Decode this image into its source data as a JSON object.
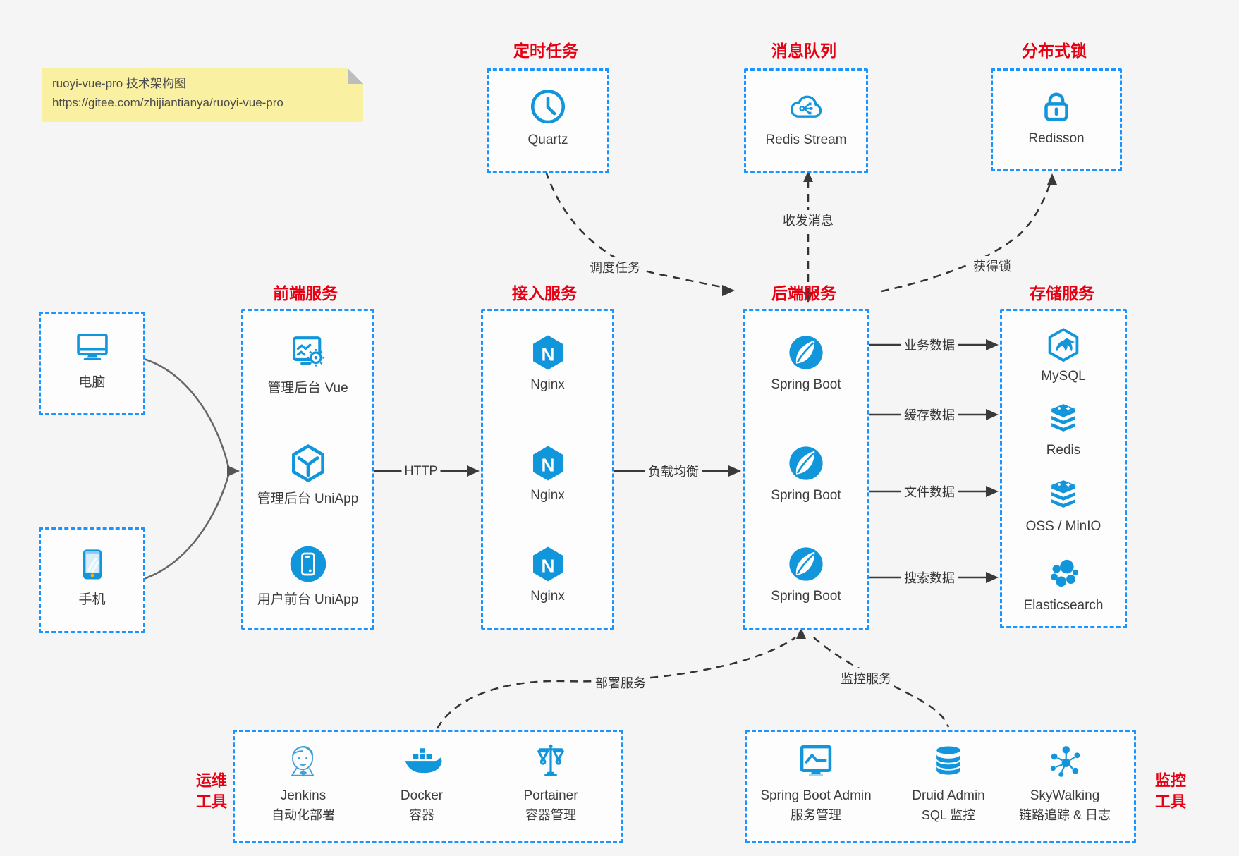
{
  "note": {
    "line1": "ruoyi-vue-pro 技术架构图",
    "line2": "https://gitee.com/zhijiantianya/ruoyi-vue-pro"
  },
  "colors": {
    "accent_blue": "#1296db",
    "border_blue": "#1a94ff",
    "title_red": "#e60012",
    "line_dark": "#3a3a3a",
    "line_gray": "#666666",
    "note_bg": "#faf0a2",
    "background": "#f5f5f6"
  },
  "icons": {
    "nginx_letter": "N"
  },
  "groups": {
    "scheduler": {
      "title": "定时任务",
      "items": [
        {
          "icon": "clock-icon",
          "label": "Quartz"
        }
      ]
    },
    "mq": {
      "title": "消息队列",
      "items": [
        {
          "icon": "cloud-network-icon",
          "label": "Redis Stream"
        }
      ]
    },
    "lock": {
      "title": "分布式锁",
      "items": [
        {
          "icon": "lock-icon",
          "label": "Redisson"
        }
      ]
    },
    "devices": {
      "items": [
        {
          "icon": "desktop-icon",
          "label": "电脑"
        },
        {
          "icon": "phone-icon",
          "label": "手机"
        }
      ]
    },
    "frontend": {
      "title": "前端服务",
      "items": [
        {
          "icon": "admin-vue-icon",
          "label": "管理后台 Vue"
        },
        {
          "icon": "uniapp-cube-icon",
          "label": "管理后台 UniApp"
        },
        {
          "icon": "user-app-icon",
          "label": "用户前台 UniApp"
        }
      ]
    },
    "access": {
      "title": "接入服务",
      "items": [
        {
          "icon": "nginx-icon",
          "label": "Nginx"
        },
        {
          "icon": "nginx-icon",
          "label": "Nginx"
        },
        {
          "icon": "nginx-icon",
          "label": "Nginx"
        }
      ]
    },
    "backend": {
      "title": "后端服务",
      "items": [
        {
          "icon": "spring-boot-icon",
          "label": "Spring Boot"
        },
        {
          "icon": "spring-boot-icon",
          "label": "Spring Boot"
        },
        {
          "icon": "spring-boot-icon",
          "label": "Spring Boot"
        }
      ]
    },
    "storage": {
      "title": "存储服务",
      "items": [
        {
          "icon": "mysql-icon",
          "label": "MySQL"
        },
        {
          "icon": "redis-icon",
          "label": "Redis"
        },
        {
          "icon": "oss-icon",
          "label": "OSS / MinIO"
        },
        {
          "icon": "elasticsearch-icon",
          "label": "Elasticsearch"
        }
      ]
    },
    "ops": {
      "title_line1": "运维",
      "title_line2": "工具",
      "items": [
        {
          "icon": "jenkins-icon",
          "label1": "Jenkins",
          "label2": "自动化部署"
        },
        {
          "icon": "docker-icon",
          "label1": "Docker",
          "label2": "容器"
        },
        {
          "icon": "portainer-icon",
          "label1": "Portainer",
          "label2": "容器管理"
        }
      ]
    },
    "monitor": {
      "title_line1": "监控",
      "title_line2": "工具",
      "items": [
        {
          "icon": "spring-boot-admin-icon",
          "label1": "Spring Boot Admin",
          "label2": "服务管理"
        },
        {
          "icon": "druid-icon",
          "label1": "Druid Admin",
          "label2": "SQL 监控"
        },
        {
          "icon": "skywalking-icon",
          "label1": "SkyWalking",
          "label2": "链路追踪 & 日志"
        }
      ]
    }
  },
  "edges": {
    "http": "HTTP",
    "load_balance": "负载均衡",
    "business_data": "业务数据",
    "cache_data": "缓存数据",
    "file_data": "文件数据",
    "search_data": "搜索数据",
    "schedule_task": "调度任务",
    "send_receive_msg": "收发消息",
    "acquire_lock": "获得锁",
    "deploy_service": "部署服务",
    "monitor_service": "监控服务"
  }
}
